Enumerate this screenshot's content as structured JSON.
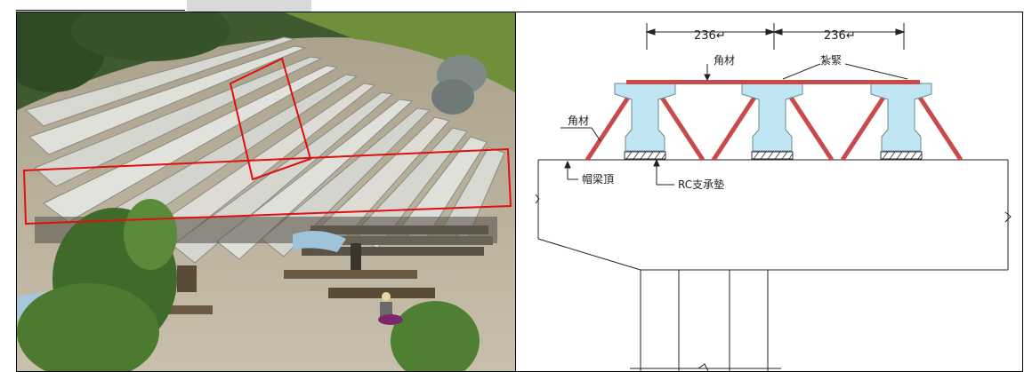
{
  "drawing": {
    "dimensions": [
      "236↵",
      "236↵"
    ],
    "labels": {
      "top_angle": "角材",
      "tie": "紮緊",
      "side_angle": "角材",
      "cap_top": "帽梁頂",
      "bearing": "RC支承墊"
    }
  },
  "colors": {
    "girder": "#bfe6f2",
    "brace": "#c94a4a",
    "highlight": "#e01010"
  }
}
